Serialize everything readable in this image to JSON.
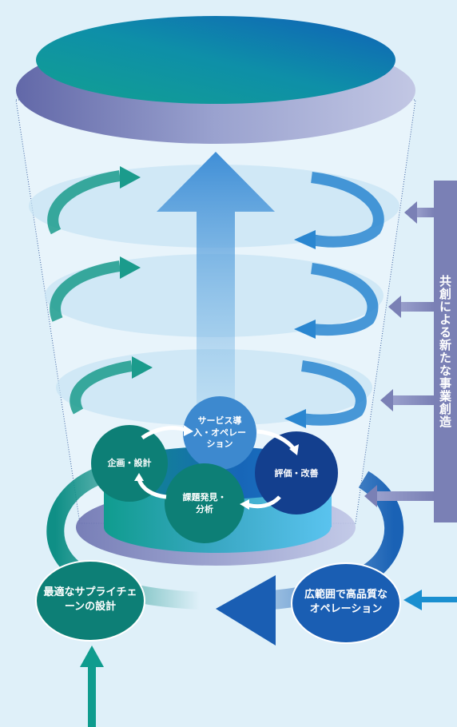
{
  "cycle": {
    "top": "サービス導入・オペレーション",
    "right": "評価・改善",
    "bottom": "課題発見・分析",
    "left": "企画・設計"
  },
  "bottom_left": "最適なサプライチェーンの設計",
  "bottom_right": "広範囲で高品質なオペレーション",
  "side_banner": "共創による新たな事業創造"
}
